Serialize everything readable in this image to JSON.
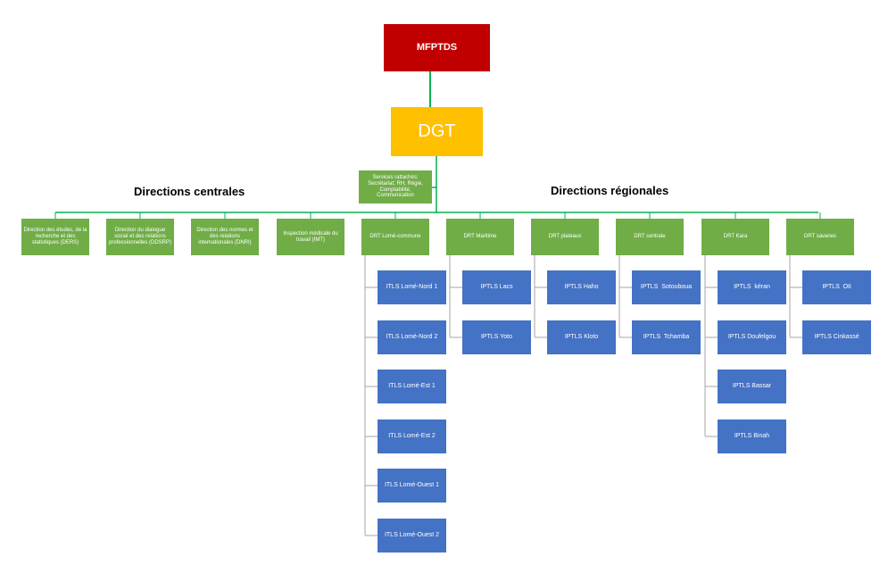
{
  "root": {
    "label": "MFPTDS",
    "color": "#c00000"
  },
  "dgt": {
    "label": "DGT",
    "color": "#ffc000"
  },
  "services": {
    "label": "Services rattachés: Secrétariat; RH, Régie, Comptabilité, Communication"
  },
  "section_labels": {
    "centrales": "Directions centrales",
    "regionales": "Directions régionales"
  },
  "colors": {
    "directions": "#70ad47",
    "units": "#4472c4",
    "line_main": "#00b050",
    "line_tree": "#a5a5a5"
  },
  "directions": [
    {
      "label": "Direction des études, de la recherche et des statistiques (DERS)"
    },
    {
      "label": "Direction du dialogue social et des relations professionnelles (DDSRP)"
    },
    {
      "label": "Direction des normes et des relations internationales (DNRI)"
    },
    {
      "label": "Inspection médicale du travail (IMT)"
    },
    {
      "label": "DRT Lomé-commune",
      "units": [
        "ITLS Lomé-Nord 1",
        "ITLS Lomé-Nord 2",
        "ITLS Lomé-Est 1",
        "ITLS Lomé-Est 2",
        "ITLS Lomé-Ouest 1",
        "ITLS Lomé-Ouest 2"
      ]
    },
    {
      "label": "DRT Maritime",
      "units": [
        "IPTLS Lacs",
        "IPTLS Yoto"
      ]
    },
    {
      "label": "DRT plateaux",
      "units": [
        "IPTLS Haho",
        "IPTLS Kloto"
      ]
    },
    {
      "label": "DRT centrale",
      "units": [
        "IPTLS  Sotouboua",
        "IPTLS  Tchamba"
      ]
    },
    {
      "label": "DRT Kara",
      "units": [
        "IPTLS  kéran",
        "IPTLS Doufelgou",
        "IPTLS Bassar",
        "IPTLS Binah"
      ]
    },
    {
      "label": "DRT savanes",
      "units": [
        "IPTLS  Oti",
        "IPTLS Cinkassé"
      ]
    }
  ]
}
